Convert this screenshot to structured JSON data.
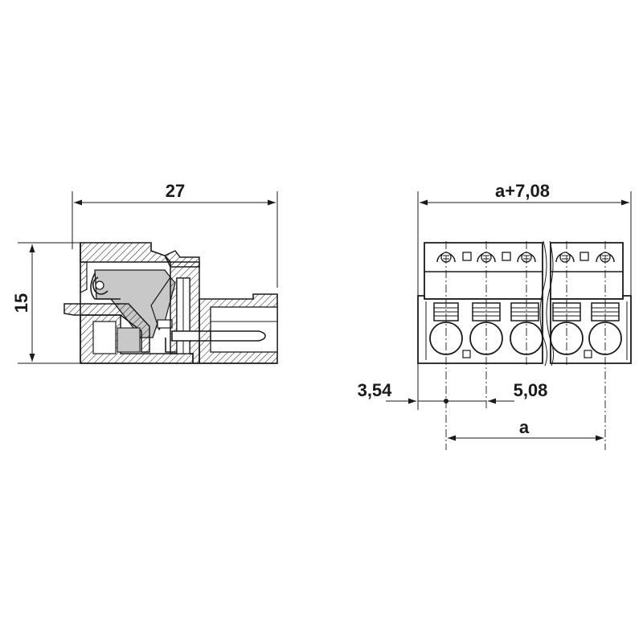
{
  "side_view": {
    "width_label": "27",
    "height_label": "15"
  },
  "front_view": {
    "overall_label": "a+7,08",
    "offset_label": "3,54",
    "pitch_label": "5,08",
    "span_label": "a"
  },
  "colors": {
    "line": "#1a1a1a",
    "gray_fill": "#c8c8c8",
    "background": "#ffffff"
  }
}
